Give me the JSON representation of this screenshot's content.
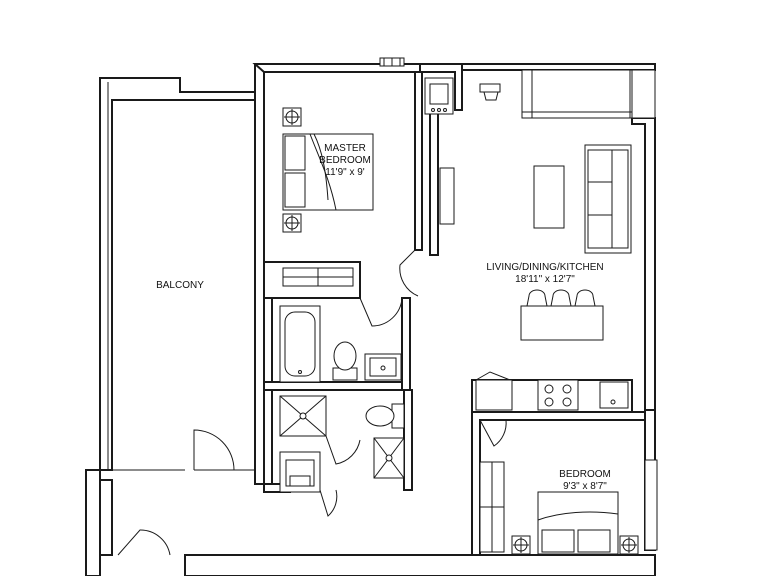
{
  "rooms": {
    "master_bedroom": {
      "name_line1": "MASTER",
      "name_line2": "BEDROOM",
      "size": "11'9\" x 9'"
    },
    "balcony": {
      "name": "BALCONY"
    },
    "living": {
      "name": "LIVING/DINING/KITCHEN",
      "size": "18'11\" x 12'7\""
    },
    "bedroom": {
      "name": "BEDROOM",
      "size": "9'3\" x 8'7\""
    }
  },
  "colors": {
    "line": "#1a1a1a",
    "fill": "#ffffff",
    "shade": "#d9d9d9"
  }
}
